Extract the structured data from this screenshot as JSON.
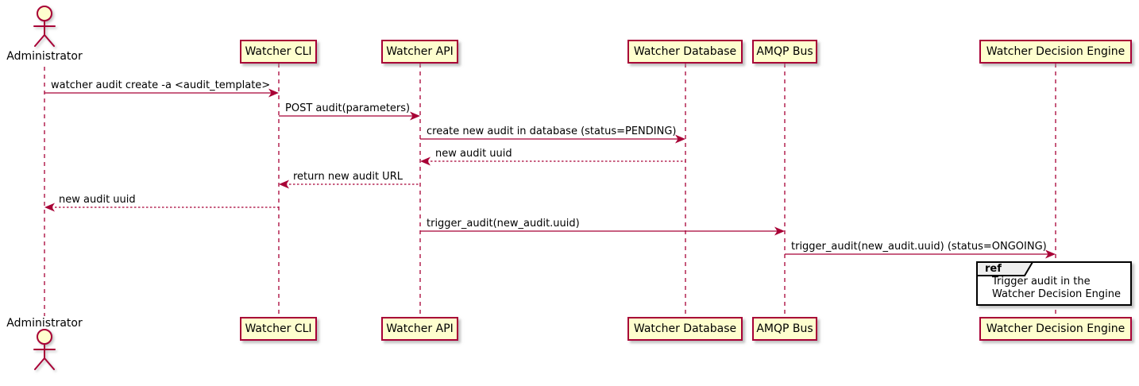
{
  "diagram": {
    "type": "sequence",
    "actor": {
      "name": "Administrator"
    },
    "participants": [
      {
        "name": "Watcher CLI"
      },
      {
        "name": "Watcher API"
      },
      {
        "name": "Watcher Database"
      },
      {
        "name": "AMQP Bus"
      },
      {
        "name": "Watcher Decision Engine"
      }
    ],
    "messages": [
      {
        "from": "Administrator",
        "to": "Watcher CLI",
        "label": "watcher audit create -a <audit_template>",
        "line": "solid"
      },
      {
        "from": "Watcher CLI",
        "to": "Watcher API",
        "label": "POST audit(parameters)",
        "line": "solid"
      },
      {
        "from": "Watcher API",
        "to": "Watcher Database",
        "label": "create new audit in database (status=PENDING)",
        "line": "solid"
      },
      {
        "from": "Watcher Database",
        "to": "Watcher API",
        "label": "new audit uuid",
        "line": "dashed"
      },
      {
        "from": "Watcher API",
        "to": "Watcher CLI",
        "label": "return new audit URL",
        "line": "dashed"
      },
      {
        "from": "Watcher CLI",
        "to": "Administrator",
        "label": "new audit uuid",
        "line": "dashed"
      },
      {
        "from": "Watcher API",
        "to": "AMQP Bus",
        "label": "trigger_audit(new_audit.uuid)",
        "line": "solid"
      },
      {
        "from": "AMQP Bus",
        "to": "Watcher Decision Engine",
        "label": "trigger_audit(new_audit.uuid) (status=ONGOING)",
        "line": "solid"
      }
    ],
    "ref": {
      "keyword": "ref",
      "lines": [
        "Trigger audit in the",
        "Watcher Decision Engine"
      ]
    },
    "colors": {
      "participant_fill": "#FEFECE",
      "stroke": "#A80036",
      "text": "#000000",
      "ref_border": "#000000",
      "ref_header_fill": "#EEEEEE",
      "background": "#FFFFFF"
    }
  }
}
